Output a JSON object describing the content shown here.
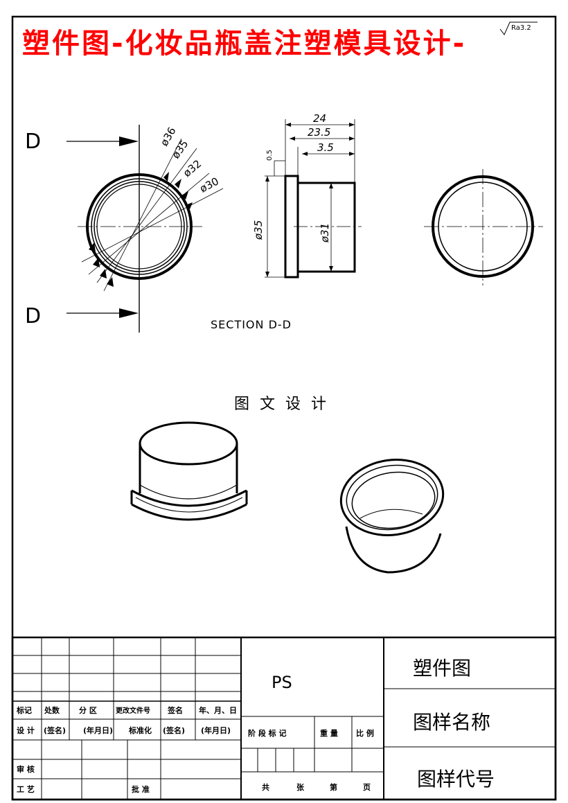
{
  "title": "塑件图-化妆品瓶盖注塑模具设计-",
  "roughness": "Ra3.2",
  "section_letter_top": "D",
  "section_letter_bottom": "D",
  "dims_top": {
    "d36": "ø36",
    "d35": "ø35",
    "d32": "ø32",
    "d30": "ø30"
  },
  "dims_section": {
    "len24": "24",
    "len23_5": "23.5",
    "len3_5": "3.5",
    "thk05": "0.5",
    "d35": "ø35",
    "d31": "ø31"
  },
  "section_label": "SECTION D-D",
  "graphic_design_label": "图 文 设 计",
  "title_block": {
    "material": "PS",
    "drawing_type": "塑件图",
    "drawing_name": "图样名称",
    "drawing_code": "图样代号",
    "row_mark": [
      "标记",
      "处数",
      "分 区",
      "更改文件号",
      "签名",
      "年、月、日"
    ],
    "row_design": [
      "设 计",
      "(签名)",
      "(年月日)",
      "标准化",
      "(签名)",
      "(年月日)"
    ],
    "review": "审 核",
    "process": "工 艺",
    "approve": "批 准",
    "stage_mark": "阶 段 标 记",
    "weight": "重 量",
    "scale": "比 例",
    "total": "共",
    "sheets": "张",
    "sheet_no": "第",
    "page": "页"
  },
  "colors": {
    "title": "#ff0000",
    "ink": "#000000"
  }
}
